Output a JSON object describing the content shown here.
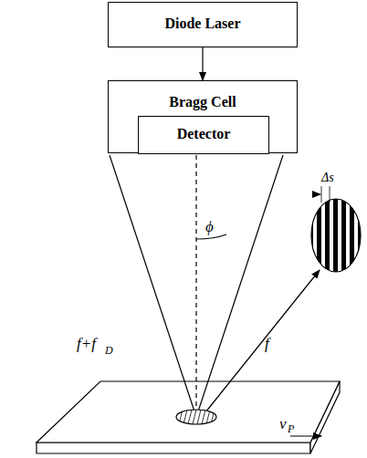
{
  "diagram": {
    "nodes": [
      {
        "text": [
          "Diode Laser"
        ]
      },
      {
        "text": [
          "Bragg Cell"
        ]
      },
      {
        "text": [
          "Detector"
        ],
        "in": 1
      }
    ],
    "edges": [
      {
        "from": 0,
        "to": 1,
        "arrow": "to"
      }
    ],
    "labels": [
      "f+f",
      "D",
      "ϕ",
      "f",
      "Δs",
      "v",
      "P"
    ]
  }
}
